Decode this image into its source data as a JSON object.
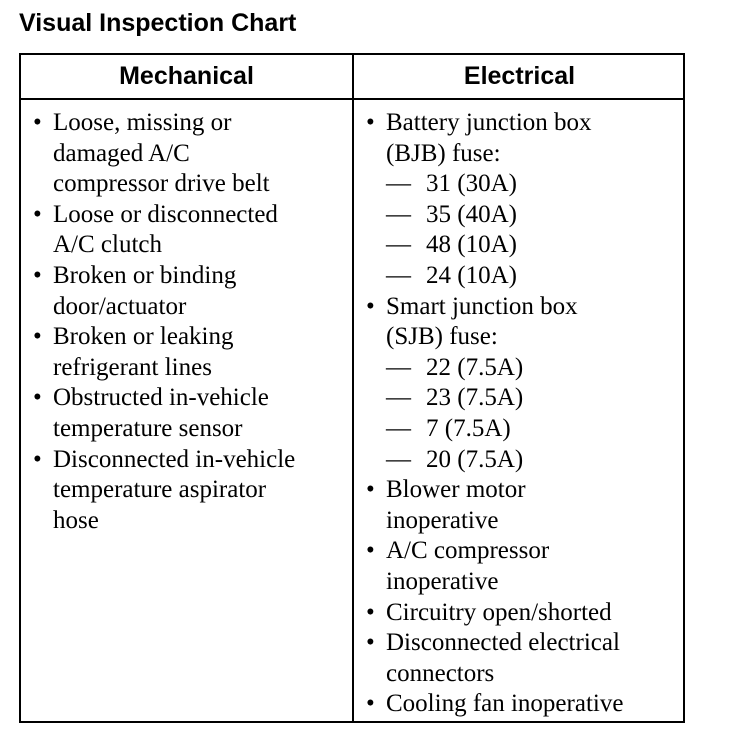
{
  "title": "Visual Inspection Chart",
  "headers": {
    "mechanical": "Mechanical",
    "electrical": "Electrical"
  },
  "bullet": "•",
  "dash": "—",
  "mechanical_items": [
    [
      "Loose, missing or",
      "damaged A/C",
      "compressor drive belt"
    ],
    [
      "Loose or disconnected",
      "A/C clutch"
    ],
    [
      "Broken or binding",
      "door/actuator"
    ],
    [
      "Broken or leaking",
      "refrigerant lines"
    ],
    [
      "Obstructed in-vehicle",
      "temperature sensor"
    ],
    [
      "Disconnected in-vehicle",
      "temperature aspirator",
      "hose"
    ]
  ],
  "electrical_items": {
    "bjb": {
      "lines": [
        "Battery junction box",
        "(BJB) fuse:"
      ],
      "fuses": [
        "31 (30A)",
        "35 (40A)",
        "48 (10A)",
        "24 (10A)"
      ]
    },
    "sjb": {
      "lines": [
        "Smart junction box",
        "(SJB) fuse:"
      ],
      "fuses": [
        "22 (7.5A)",
        "23 (7.5A)",
        "7 (7.5A)",
        "20 (7.5A)"
      ]
    },
    "blower": [
      "Blower motor",
      "inoperative"
    ],
    "compressor": [
      "A/C compressor",
      "inoperative"
    ],
    "circuitry": [
      "Circuitry open/shorted"
    ],
    "connectors": [
      "Disconnected electrical",
      "connectors"
    ],
    "cooling_fan": [
      "Cooling fan inoperative"
    ]
  }
}
